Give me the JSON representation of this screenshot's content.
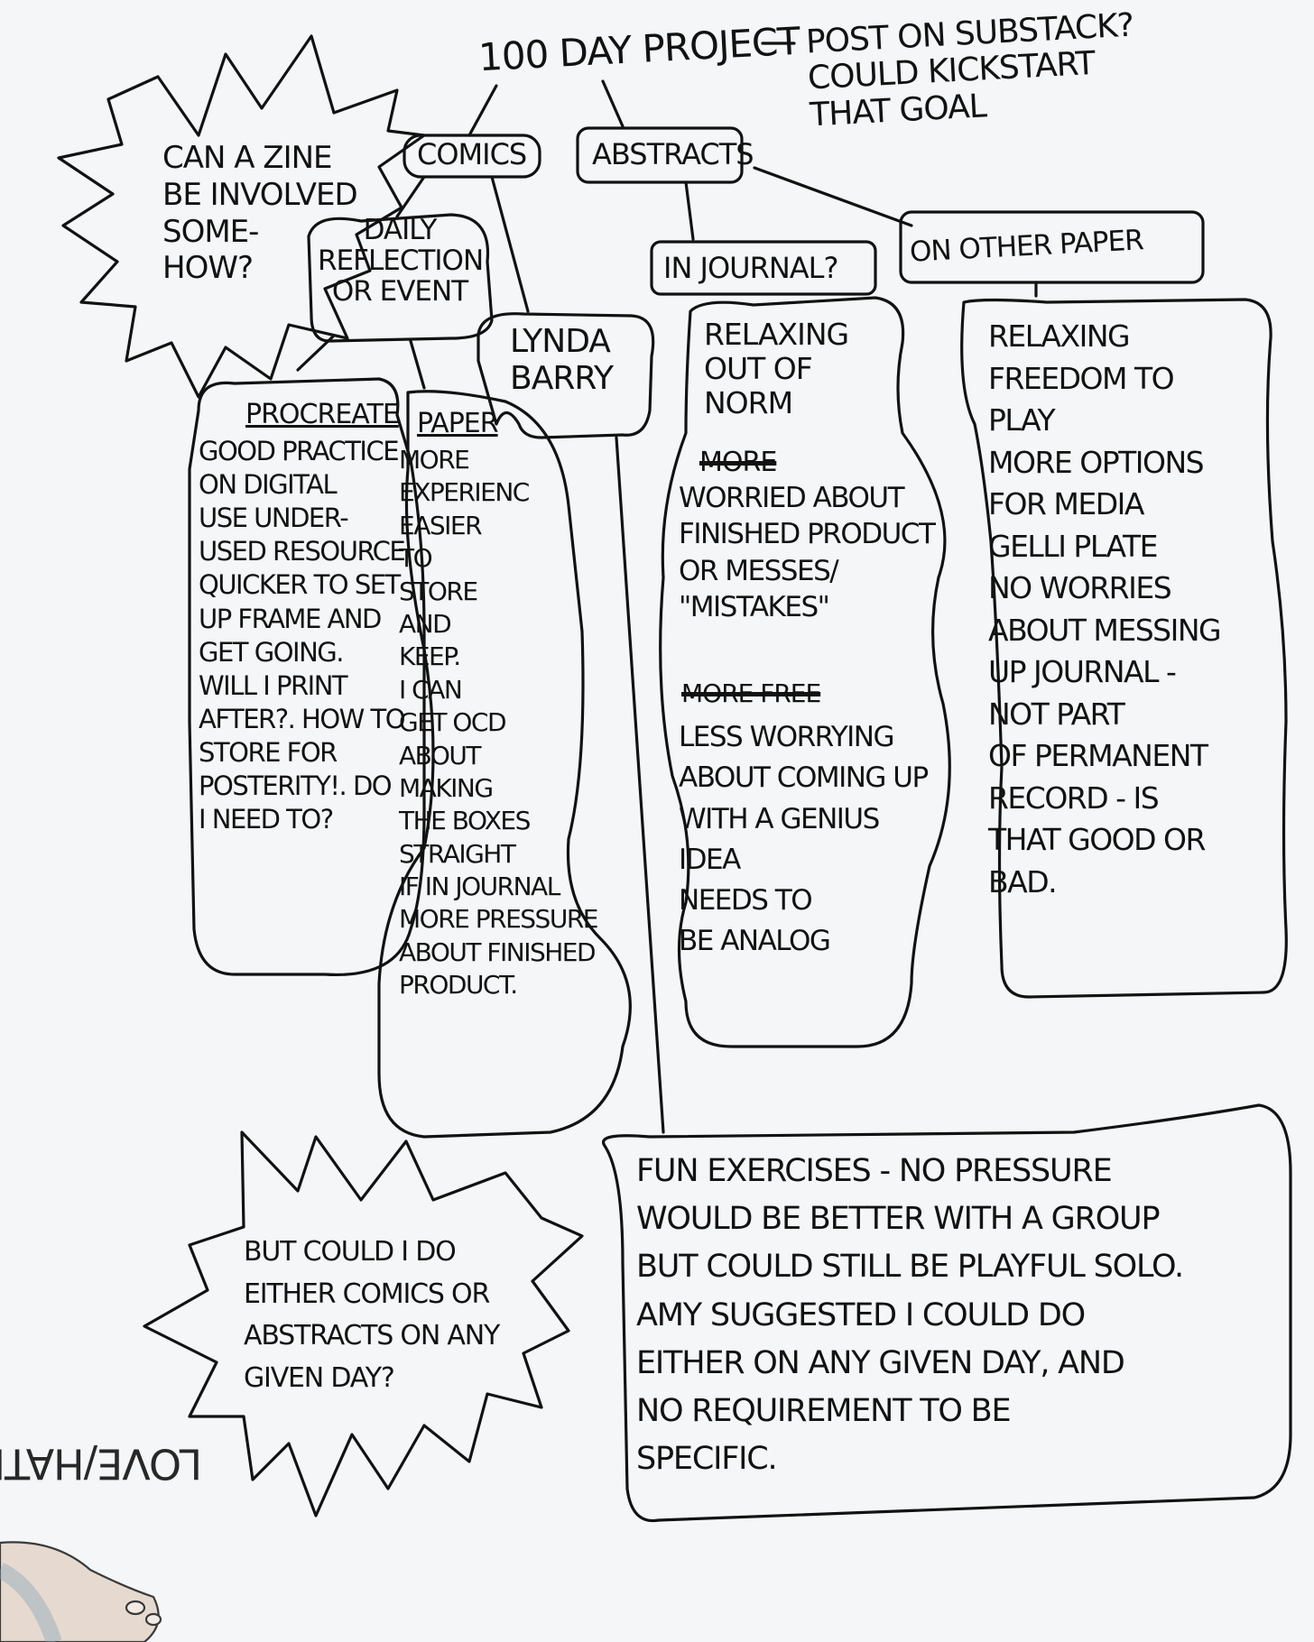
{
  "title": {
    "text": "100 DAY PROJECT",
    "aside": "POST ON SUBSTACK?\nCOULD KICKSTART\nTHAT GOAL"
  },
  "branches": {
    "comics": "COMICS",
    "abstracts": "ABSTRACTS"
  },
  "zine_burst": "CAN A ZINE\nBE INVOLVED\nSOME-\nHOW?",
  "comics": {
    "daily": "DAILY\nREFLECTION\nOR EVENT",
    "lynda": "LYNDA\nBARRY",
    "procreate": {
      "heading": "PROCREATE",
      "body": "GOOD PRACTICE\nON DIGITAL\nUSE UNDER-\nUSED RESOURCE\nQUICKER TO SET\nUP FRAME AND\nGET GOING.\nWILL I PRINT\nAFTER?. HOW TO\nSTORE FOR\nPOSTERITY!. DO\nI NEED TO?"
    },
    "paper": {
      "heading": "PAPER",
      "body": "MORE\nEXPERIENC\nEASIER\nTO\nSTORE\nAND\nKEEP.\nI CAN\nGET OCD\nABOUT\nMAKING\nTHE BOXES\nSTRAIGHT\nIF IN JOURNAL\nMORE PRESSURE\nABOUT FINISHED\nPRODUCT."
    }
  },
  "abstracts": {
    "in_journal": {
      "label": "IN JOURNAL?",
      "body_top": "RELAXING\nOUT OF\nNORM",
      "strike_1": "MORE",
      "body_mid": "WORRIED ABOUT\nFINISHED PRODUCT\nOR MESSES/\n\"MISTAKES\"",
      "strike_2": "MORE FREE",
      "body_end": "LESS WORRYING\nABOUT COMING UP\nWITH A GENIUS\nIDEA\nNEEDS TO\nBE ANALOG"
    },
    "other_paper": {
      "label": "ON OTHER PAPER",
      "body": "RELAXING\nFREEDOM TO\nPLAY\nMORE OPTIONS\nFOR MEDIA\nGELLI PLATE\nNO WORRIES\nABOUT MESSING\nUP JOURNAL -\nNOT PART\nOF PERMANENT\nRECORD - IS\nTHAT GOOD OR\nBAD."
    }
  },
  "either_burst": "BUT COULD I DO\nEITHER COMICS OR\nABSTRACTS ON ANY\nGIVEN DAY?",
  "lynda_note": "FUN EXERCISES - NO PRESSURE\nWOULD BE BETTER WITH A GROUP\nBUT COULD STILL BE PLAYFUL SOLO.\nAMY SUGGESTED I COULD DO\nEITHER ON ANY GIVEN DAY, AND\nNO REQUIREMENT TO BE\nSPECIFIC.",
  "corner_text": "LOVE/HATE"
}
